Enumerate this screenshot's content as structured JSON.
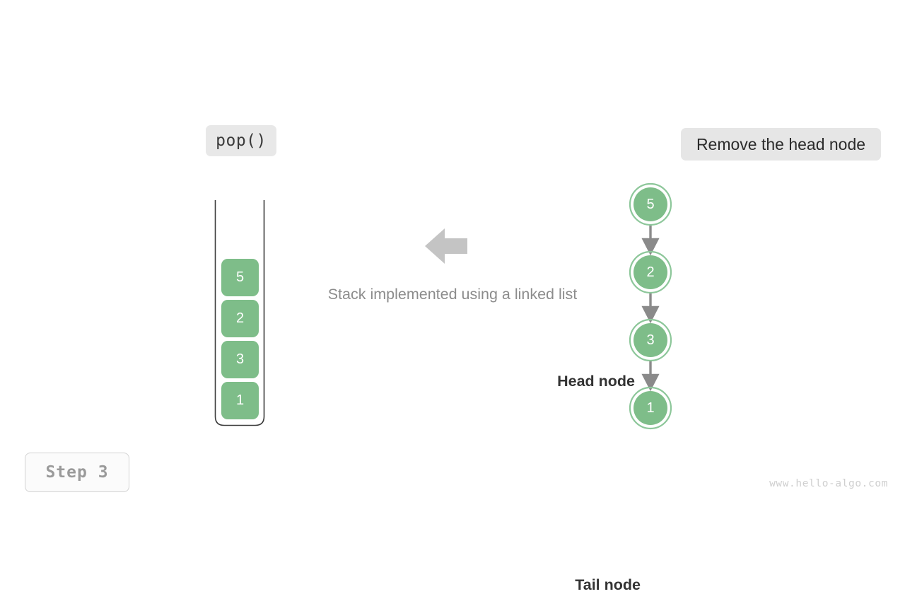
{
  "operation": {
    "label": "pop()"
  },
  "action": {
    "label": "Remove the head node"
  },
  "caption": {
    "text": "Stack implemented using a linked list"
  },
  "step": {
    "label": "Step 3"
  },
  "watermark": {
    "text": "www.hello-algo.com"
  },
  "flow_arrow": {
    "direction": "left",
    "color": "#c4c4c4"
  },
  "stack": {
    "cells": [
      {
        "value": "5"
      },
      {
        "value": "2"
      },
      {
        "value": "3"
      },
      {
        "value": "1"
      }
    ],
    "fill_color": "#7ebd89",
    "frame_color": "#3a3a3a"
  },
  "linked_list": {
    "head_label": "Head node",
    "tail_label": "Tail node",
    "node_fill": "#7ebd89",
    "node_ring": "#8dc79a",
    "connector_color": "#8a8a8a",
    "nodes": [
      {
        "value": "5",
        "role": "head"
      },
      {
        "value": "2",
        "role": "middle"
      },
      {
        "value": "3",
        "role": "middle"
      },
      {
        "value": "1",
        "role": "tail"
      }
    ]
  }
}
